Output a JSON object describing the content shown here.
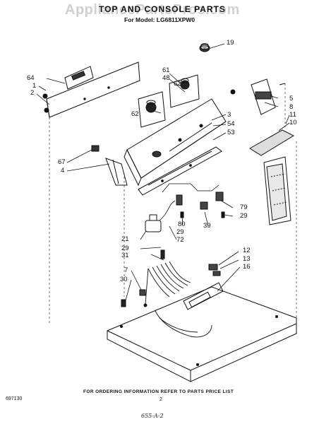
{
  "watermark": "AppliancePartsPros.com",
  "title": "TOP AND CONSOLE PARTS",
  "subtitle": "For Model: LG6811XPW0",
  "footer": {
    "ordering_note": "FOR ORDERING INFORMATION REFER TO PARTS PRICE LIST",
    "page_number": "2",
    "doc_code": "697130",
    "handwritten": "655-A-2"
  },
  "callouts": [
    "19",
    "61",
    "48",
    "64",
    "1",
    "2",
    "62",
    "62",
    "5",
    "8",
    "11",
    "10",
    "3",
    "54",
    "53",
    "67",
    "4",
    "79",
    "29",
    "80",
    "39",
    "21",
    "29",
    "72",
    "29",
    "31",
    "12",
    "13",
    "16",
    "7",
    "30"
  ]
}
